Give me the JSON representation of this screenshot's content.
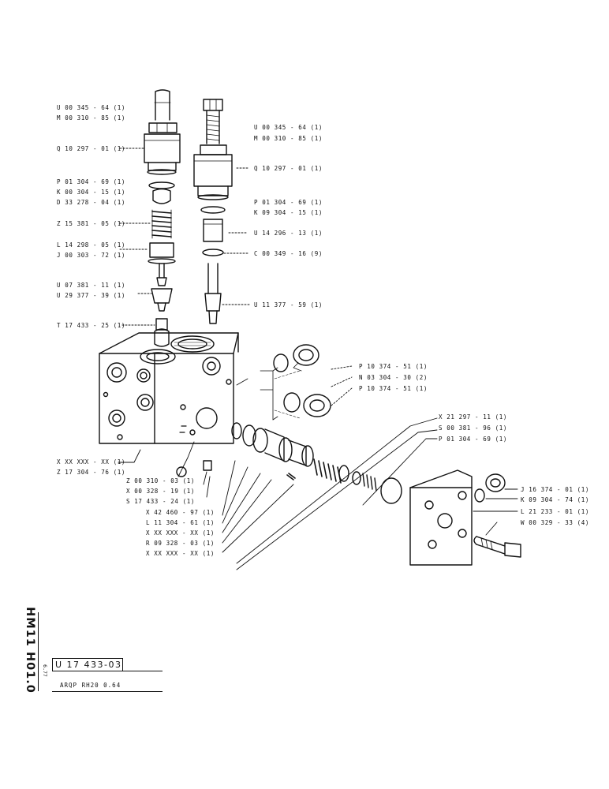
{
  "labels": [
    {
      "text": "U 00 345 - 64 (1)"
    },
    {
      "text": "M 00 310 - 85 (1)"
    },
    {
      "text": "Q 10 297 - 01 (1)"
    },
    {
      "text": "P 01 304 - 69 (1)"
    },
    {
      "text": "K 00 304 - 15 (1)"
    },
    {
      "text": "D 33 278 - 04 (1)"
    },
    {
      "text": "Z 15 381 - 05 (1)"
    },
    {
      "text": "L 14 298 - 05 (1)"
    },
    {
      "text": "J 00 303 - 72 (1)"
    },
    {
      "text": "U 07 381 - 11 (1)"
    },
    {
      "text": "U 29 377 - 39 (1)"
    },
    {
      "text": "T 17 433 - 25 (1)"
    },
    {
      "text": "U 00 345 - 64 (1)"
    },
    {
      "text": "M 00 310 - 85 (1)"
    },
    {
      "text": "Q 10 297 - 01 (1)"
    },
    {
      "text": "P 01 304 - 69 (1)"
    },
    {
      "text": "K 09 304 - 15 (1)"
    },
    {
      "text": "U 14 296 - 13 (1)"
    },
    {
      "text": "C 00 349 - 16 (9)"
    },
    {
      "text": "U 11 377 - 59 (1)"
    },
    {
      "text": "P 10 374 - 51 (1)"
    },
    {
      "text": "N 03 304 - 30 (2)"
    },
    {
      "text": "P 10 374 - 51 (1)"
    },
    {
      "text": "X 21 297 - 11 (1)"
    },
    {
      "text": "S 00 381 - 96 (1)"
    },
    {
      "text": "P 01 304 - 69 (1)"
    },
    {
      "text": "X XX XXX - XX (1)"
    },
    {
      "text": "Z 17 304 - 76 (1)"
    },
    {
      "text": "Z 00 310 - 03 (1)"
    },
    {
      "text": "X 00 328 - 19 (1)"
    },
    {
      "text": "S 17 433 - 24 (1)"
    },
    {
      "text": "X 42 460 - 97 (1)"
    },
    {
      "text": "L 11 304 - 61 (1)"
    },
    {
      "text": "X XX XXX - XX (1)"
    },
    {
      "text": "R 09 328 - 03 (1)"
    },
    {
      "text": "X XX XXX - XX (1)"
    },
    {
      "text": "J 16 374 - 01 (1)"
    },
    {
      "text": "K 09 304 - 74 (1)"
    },
    {
      "text": "L 21 233 - 01 (1)"
    },
    {
      "text": "W 00 329 - 33 (4)"
    }
  ],
  "title_block": {
    "drawing_code": "HM11 H01.0",
    "date": "6.77",
    "part_number": "U 17 433-03",
    "description": "ARQP RH20 0.64"
  }
}
